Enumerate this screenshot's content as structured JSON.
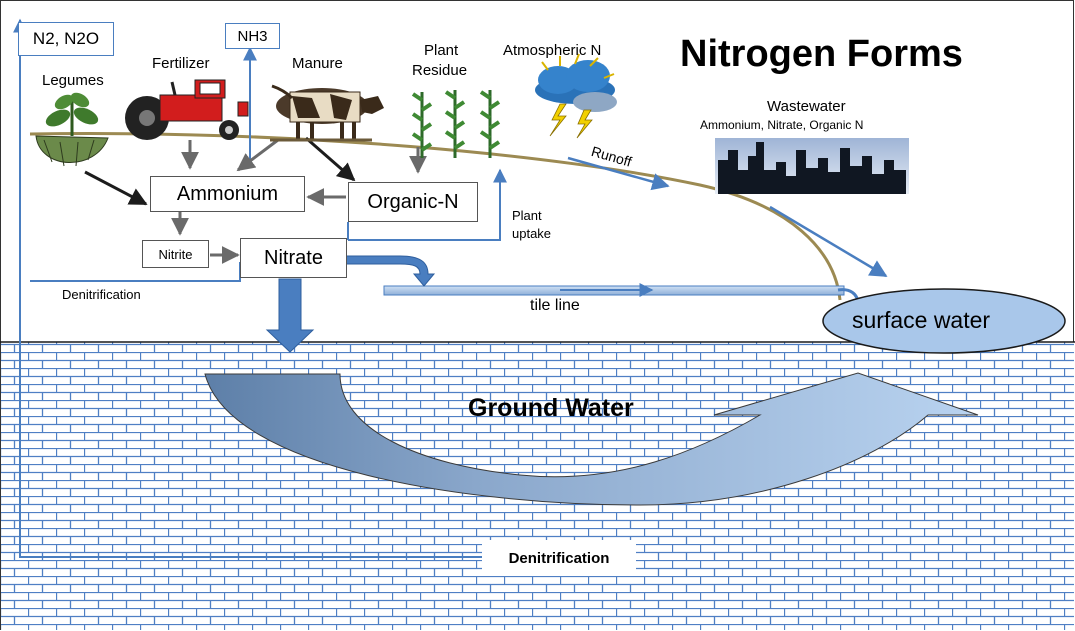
{
  "title": "Nitrogen Forms",
  "gases": {
    "n2_n2o": "N2, N2O",
    "nh3": "NH3"
  },
  "sources": {
    "legumes": "Legumes",
    "fertilizer": "Fertilizer",
    "manure": "Manure",
    "plant_residue_line1": "Plant",
    "plant_residue_line2": "Residue",
    "atmospheric_n": "Atmospheric N",
    "wastewater": "Wastewater",
    "wastewater_detail": "Ammonium, Nitrate, Organic N"
  },
  "nodes": {
    "ammonium": "Ammonium",
    "organic_n": "Organic-N",
    "nitrite": "Nitrite",
    "nitrate": "Nitrate",
    "surface_water": "surface water",
    "ground_water": "Ground Water"
  },
  "processes": {
    "runoff": "Runoff",
    "plant_uptake_line1": "Plant",
    "plant_uptake_line2": "uptake",
    "denitrification_upper": "Denitrification",
    "tile_line": "tile line",
    "denitrification_lower": "Denitrification"
  },
  "colors": {
    "flow_blue": "#4a7ec0",
    "soil_line": "#9c8a52",
    "brick_line": "#4f7fc4",
    "water_fill": "#a9c7ea",
    "dark_arrow": "#1c1c1c",
    "grey_arrow": "#6a6a6a"
  }
}
